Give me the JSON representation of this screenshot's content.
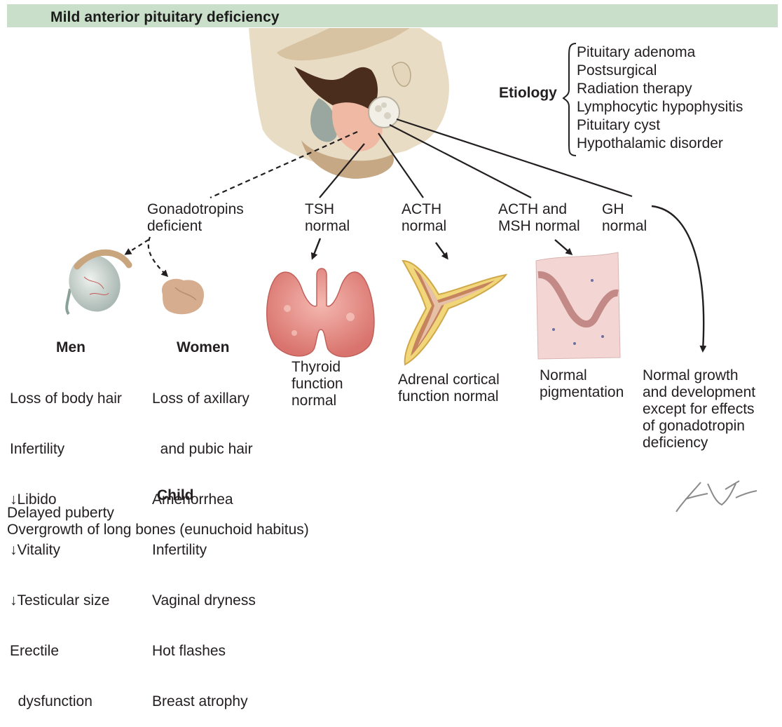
{
  "title": "Mild anterior pituitary deficiency",
  "etiology": {
    "label": "Etiology",
    "items": [
      "Pituitary adenoma",
      "Postsurgical",
      "Radiation therapy",
      "Lymphocytic hypophysitis",
      "Pituitary cyst",
      "Hypothalamic disorder"
    ]
  },
  "hormones": {
    "gonadotropins": [
      "Gonadotropins",
      "deficient"
    ],
    "tsh": [
      "TSH",
      "normal"
    ],
    "acth": [
      "ACTH",
      "normal"
    ],
    "acth_msh": [
      "ACTH and",
      "MSH normal"
    ],
    "gh": [
      "GH",
      "normal"
    ]
  },
  "men": {
    "heading": "Men",
    "items": [
      "Loss of body hair",
      "Infertility",
      "↓Libido",
      "↓Vitality",
      "↓Testicular size",
      "Erectile",
      "  dysfunction"
    ]
  },
  "women": {
    "heading": "Women",
    "items": [
      "Loss of axillary",
      "  and pubic hair",
      "Amenorrhea",
      "Infertility",
      "Vaginal dryness",
      "Hot flashes",
      "Breast atrophy"
    ]
  },
  "thyroid": [
    "Thyroid",
    "function",
    "normal"
  ],
  "adrenal": [
    "Adrenal cortical",
    "function normal"
  ],
  "pigmentation": [
    "Normal",
    "pigmentation"
  ],
  "growth": [
    "Normal growth",
    "and development",
    "except for effects",
    "of gonadotropin",
    "deficiency"
  ],
  "child": {
    "heading": "Child",
    "items": [
      "Delayed puberty",
      "Overgrowth of long bones (eunuchoid habitus)"
    ]
  },
  "signature": "F. Netter M.D."
}
